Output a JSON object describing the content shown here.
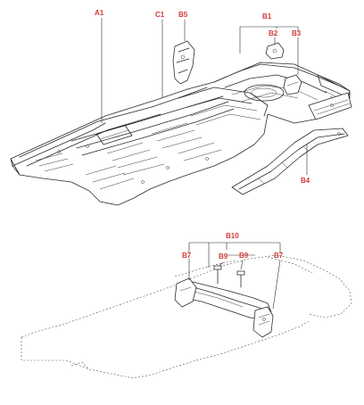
{
  "callouts": {
    "a1": "A1",
    "c1": "C1",
    "b5": "B5",
    "b1": "B1",
    "b2": "B2",
    "b3": "B3",
    "b4": "B4",
    "b10": "B10",
    "b7_left": "B7",
    "b9_left": "B9",
    "b9_right": "B9",
    "b7_right": "B7"
  }
}
